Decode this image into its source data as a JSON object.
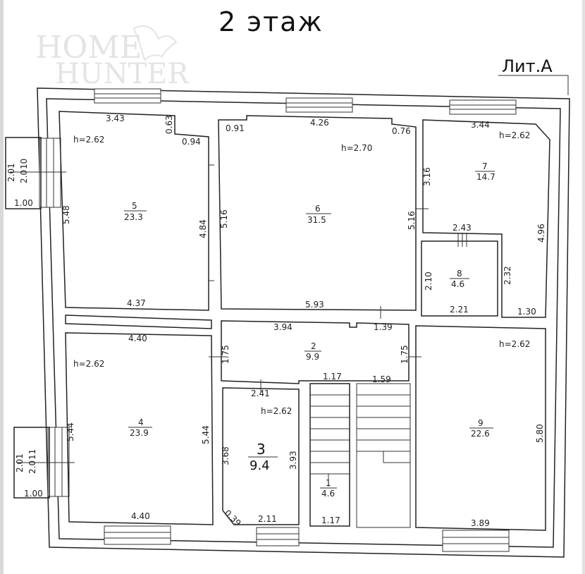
{
  "floor_title": "2 этаж",
  "building_label": "Лит.А",
  "watermark": {
    "line1": "HOME",
    "line2": "HUNTER"
  },
  "rooms": [
    {
      "number": "1",
      "area": "4.6"
    },
    {
      "number": "2",
      "area": "9.9"
    },
    {
      "number": "3",
      "area": "9.4"
    },
    {
      "number": "4",
      "area": "23.9"
    },
    {
      "number": "5",
      "area": "23.3"
    },
    {
      "number": "6",
      "area": "31.5"
    },
    {
      "number": "7",
      "area": "14.7"
    },
    {
      "number": "8",
      "area": "4.6"
    },
    {
      "number": "9",
      "area": "22.6"
    },
    {
      "number": "10",
      "area": "2.0"
    },
    {
      "number": "11",
      "area": "2.0"
    }
  ],
  "heights": {
    "h262": "h=2.62",
    "h270": "h=2.70"
  },
  "dimensions": {
    "r5_top": "3.43",
    "r5_notch_v": "0.63",
    "r5_notch_h": "0.94",
    "r5_left": "5.48",
    "r5_right": "4.84",
    "r5_bottom": "4.37",
    "r6_notch_l": "0.91",
    "r6_top": "4.26",
    "r6_notch_r": "0.76",
    "r6_left": "5.16",
    "r6_right": "5.16",
    "r6_bottom": "5.93",
    "r7_top": "3.44",
    "r7_left": "3.16",
    "r7_right": "4.96",
    "r7_mid": "2.43",
    "r7_inner": "2.32",
    "r7_bottom": "1.30",
    "r8_left": "2.10",
    "r8_bottom": "2.21",
    "r10_w": "2.01",
    "r10_bottom": "1.00",
    "r11_w": "2.01",
    "r11_bottom": "1.00",
    "r2_top": "3.94",
    "r2_door": "1.39",
    "r2_left": "1.75",
    "r2_right": "1.75",
    "r2_stair_l": "1.17",
    "r2_stair_r": "1.59",
    "r4_top": "4.40",
    "r4_left": "5.44",
    "r4_right": "5.44",
    "r4_bottom": "4.40",
    "r3_top": "2.41",
    "r3_left": "3.68",
    "r3_right": "3.93",
    "r3_corner": "0.39",
    "r3_bottom": "2.11",
    "r1_bottom": "1.17",
    "r9_right": "5.80",
    "r9_bottom": "3.89"
  }
}
